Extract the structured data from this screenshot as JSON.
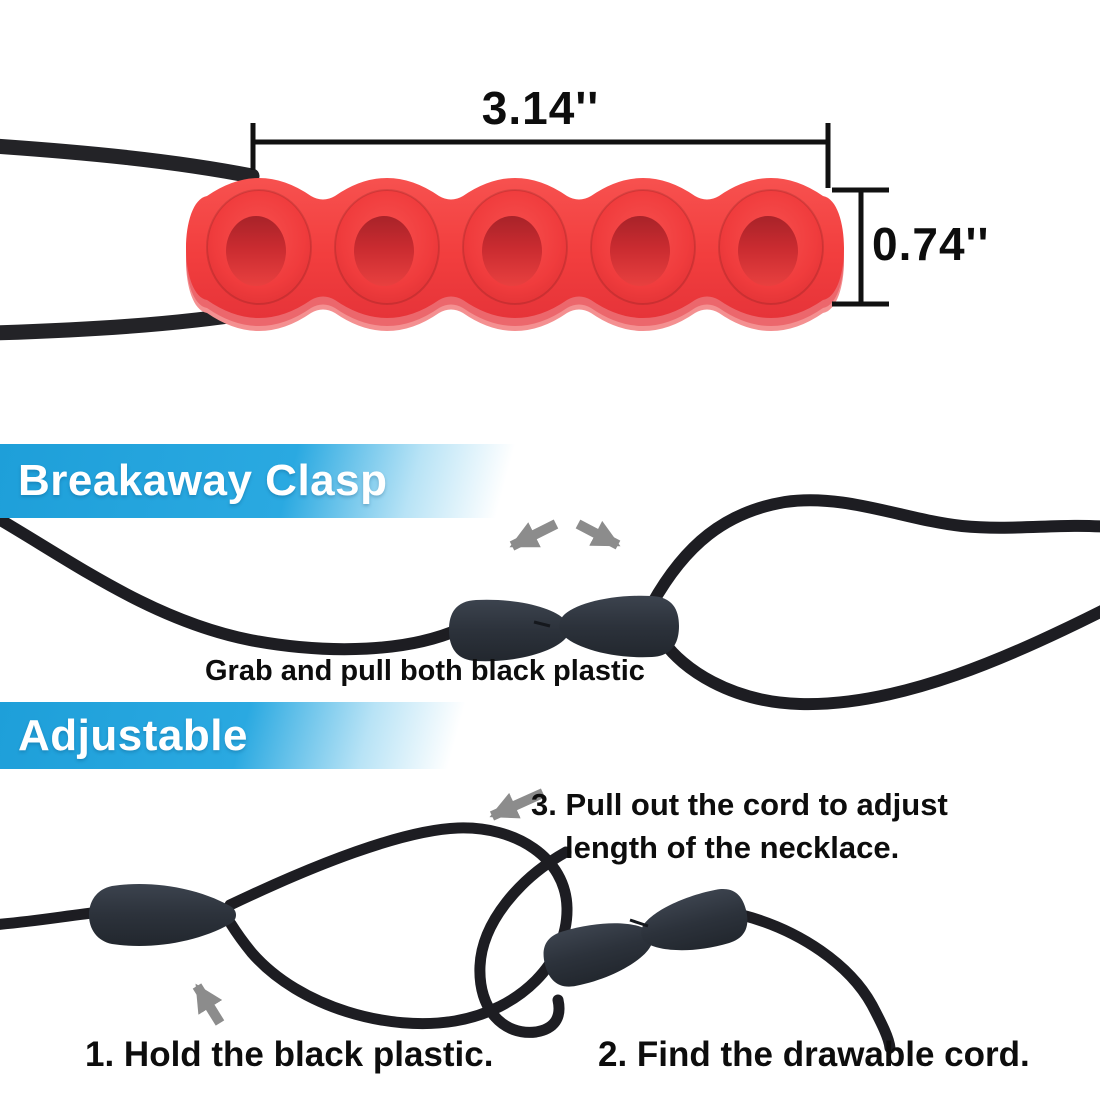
{
  "product": {
    "name": "chew-necklace-infographic",
    "dimensions": {
      "width_label": "3.14''",
      "height_label": "0.74''"
    }
  },
  "breakaway_section": {
    "banner_label": "Breakaway Clasp",
    "caption": "Grab and pull both black plastic"
  },
  "adjustable_section": {
    "banner_label": "Adjustable",
    "step3_line1": "3. Pull out the cord to adjust",
    "step3_line2": "length of the necklace.",
    "step1_caption": "1. Hold the black plastic.",
    "step2_caption": "2. Find the drawable cord."
  },
  "icons": {
    "pull_apart_left": "arrow-down-left-icon",
    "pull_apart_right": "arrow-down-right-icon",
    "step3_pointer": "arrow-down-left-icon",
    "step1_pointer": "arrow-up-icon"
  },
  "colors": {
    "banner_blue": "#2AA9E1",
    "pendant_red": "#F24140",
    "pendant_under_pink": "#F49091",
    "cord_black": "#1D1D22",
    "plastic_dark": "#2C323B",
    "arrow_gray": "#8C8C8C",
    "text_black": "#0D0D0D"
  }
}
